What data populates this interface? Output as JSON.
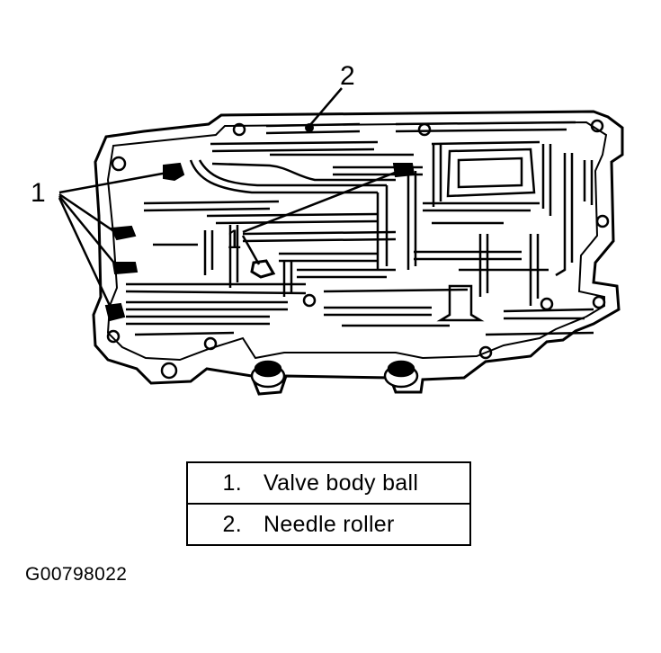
{
  "figure": {
    "callouts": {
      "label_1_left": "1",
      "label_1_center": "1",
      "label_2_top": "2"
    }
  },
  "legend": {
    "rows": [
      {
        "number": "1.",
        "text": "Valve body ball"
      },
      {
        "number": "2.",
        "text": "Needle roller"
      }
    ]
  },
  "figure_id": "G00798022"
}
